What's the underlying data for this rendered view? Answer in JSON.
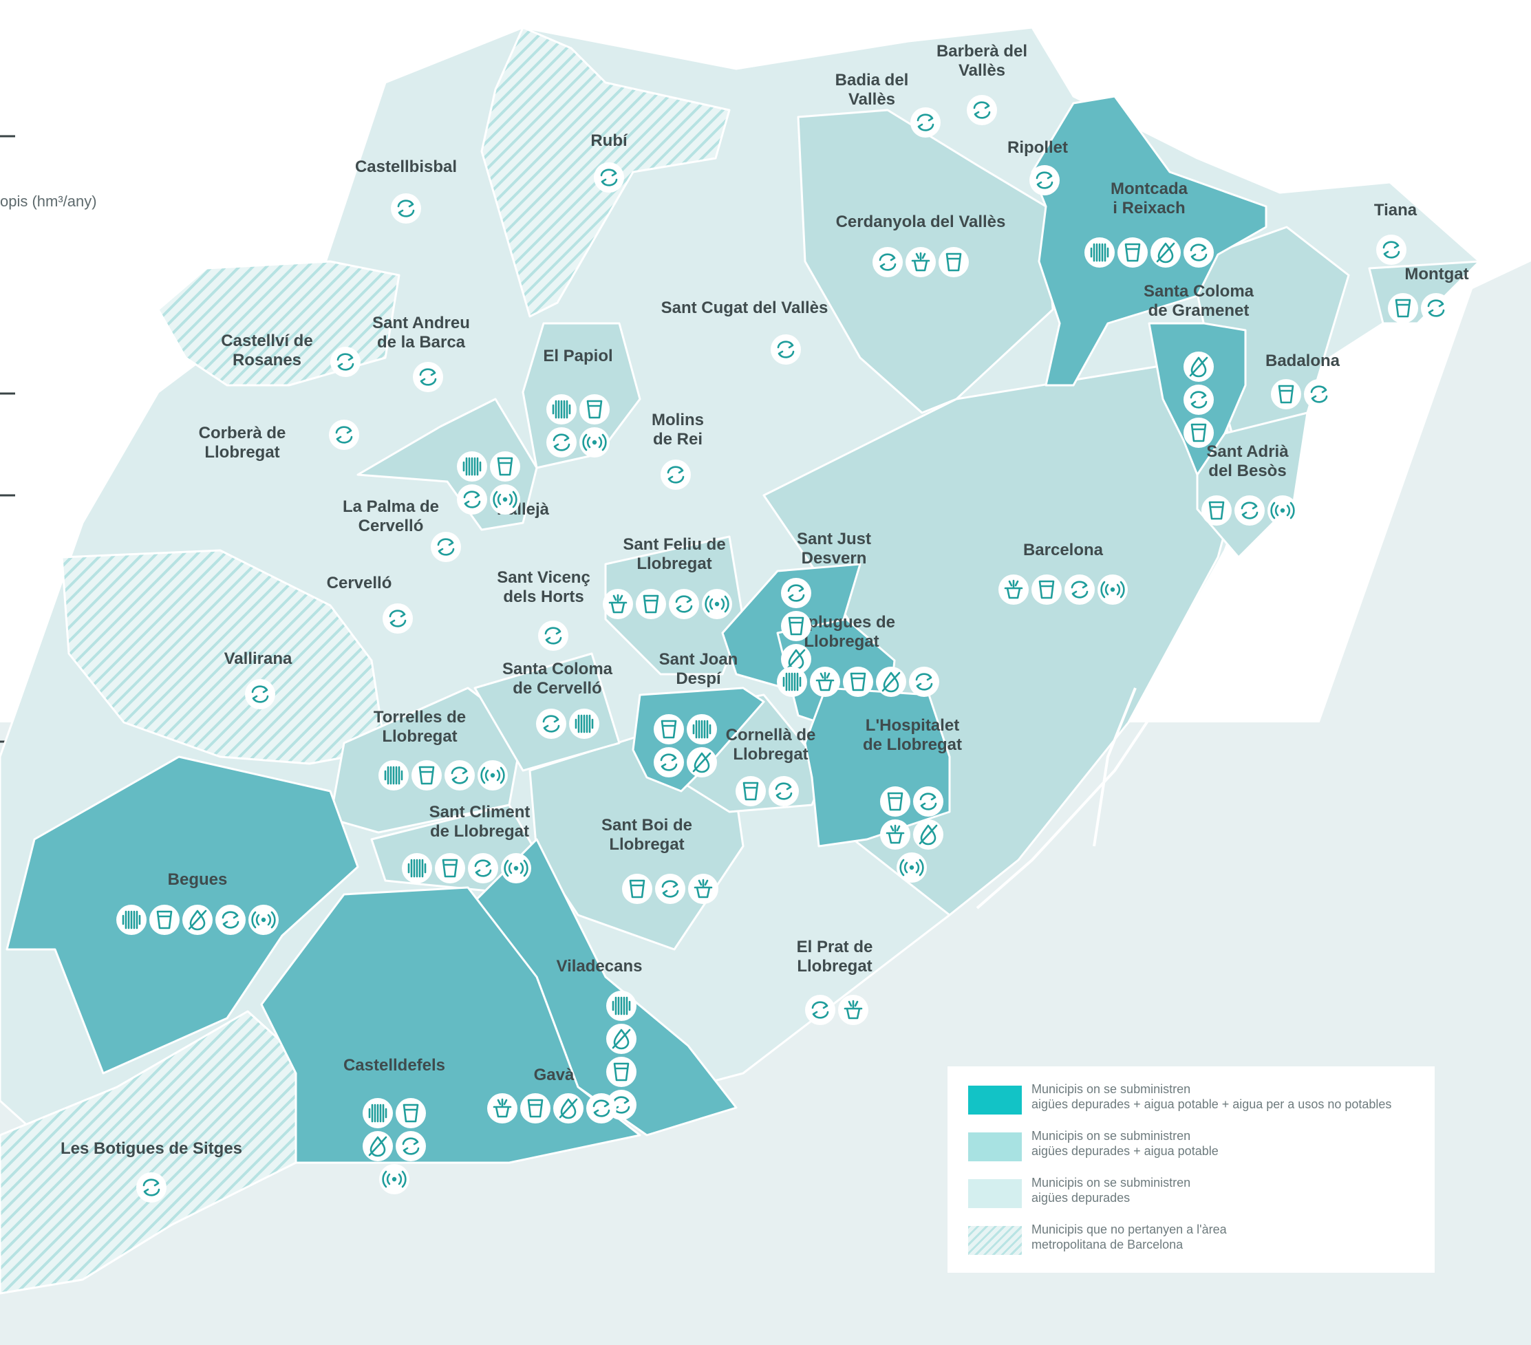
{
  "side_note": "opis (hm³/any)",
  "colors": {
    "background_sea": "#e7f0f1",
    "municipality_light": "#dcedee",
    "municipality_mid": "#bcdfe0",
    "municipality_dark": "#64bbc3",
    "non_amb_hatch": "#b9e4e4",
    "border": "#ffffff",
    "icon": "#1f9d9b"
  },
  "icon_types": {
    "regenerated": "recycle-arrows-icon",
    "glass": "drinking-glass-icon",
    "groundwater": "vertical-lines-icon",
    "no_drop": "crossed-drop-icon",
    "signal": "broadcast-signal-icon",
    "fountain": "fountain-icon"
  },
  "municipalities": [
    {
      "id": "castellbisbal",
      "name": [
        "Castellbisbal"
      ],
      "icons": [
        "regenerated"
      ]
    },
    {
      "id": "rubi",
      "name": [
        "Rubí"
      ],
      "icons": [
        "regenerated"
      ]
    },
    {
      "id": "badia",
      "name": [
        "Badia del",
        "Vallès"
      ],
      "icons": [
        "regenerated"
      ]
    },
    {
      "id": "barbera",
      "name": [
        "Barberà del",
        "Vallès"
      ],
      "icons": [
        "regenerated"
      ]
    },
    {
      "id": "ripollet",
      "name": [
        "Ripollet"
      ],
      "icons": [
        "regenerated"
      ]
    },
    {
      "id": "montcada",
      "name": [
        "Montcada",
        "i Reixach"
      ],
      "icons": [
        "groundwater",
        "glass",
        "no_drop",
        "regenerated"
      ]
    },
    {
      "id": "cerdanyola",
      "name": [
        "Cerdanyola del Vallès"
      ],
      "icons": [
        "regenerated",
        "fountain",
        "glass"
      ]
    },
    {
      "id": "tiana",
      "name": [
        "Tiana"
      ],
      "icons": [
        "regenerated"
      ]
    },
    {
      "id": "montgat",
      "name": [
        "Montgat"
      ],
      "icons": [
        "glass",
        "regenerated"
      ]
    },
    {
      "id": "santcugat",
      "name": [
        "Sant Cugat del Vallès"
      ],
      "icons": [
        "regenerated"
      ]
    },
    {
      "id": "castellvi",
      "name": [
        "Castellví de",
        "Rosanes"
      ],
      "icons": [
        "regenerated"
      ]
    },
    {
      "id": "santandreu",
      "name": [
        "Sant Andreu",
        "de la Barca"
      ],
      "icons": [
        "regenerated"
      ]
    },
    {
      "id": "papiol",
      "name": [
        "El Papiol"
      ],
      "icons": [
        "groundwater",
        "glass",
        "regenerated",
        "signal"
      ]
    },
    {
      "id": "santacoloma_g",
      "name": [
        "Santa Coloma",
        "de Gramenet"
      ],
      "icons": [
        "no_drop",
        "regenerated",
        "glass"
      ]
    },
    {
      "id": "badalona",
      "name": [
        "Badalona"
      ],
      "icons": [
        "glass",
        "regenerated"
      ]
    },
    {
      "id": "corbera",
      "name": [
        "Corberà de",
        "Llobregat"
      ],
      "icons": [
        "regenerated"
      ]
    },
    {
      "id": "pallejaicons",
      "name": [
        "Pallejà"
      ],
      "icons": [
        "groundwater",
        "glass",
        "regenerated",
        "signal"
      ]
    },
    {
      "id": "molins",
      "name": [
        "Molins",
        "de Rei"
      ],
      "icons": [
        "regenerated"
      ]
    },
    {
      "id": "santadria",
      "name": [
        "Sant Adrià",
        "del Besòs"
      ],
      "icons": [
        "glass",
        "regenerated",
        "signal"
      ]
    },
    {
      "id": "lapalma",
      "name": [
        "La Palma de",
        "Cervelló"
      ],
      "icons": [
        "regenerated"
      ]
    },
    {
      "id": "santjust",
      "name": [
        "Sant Just",
        "Desvern"
      ],
      "icons": [
        "regenerated",
        "glass",
        "no_drop"
      ]
    },
    {
      "id": "barcelona",
      "name": [
        "Barcelona"
      ],
      "icons": [
        "fountain",
        "glass",
        "regenerated",
        "signal"
      ]
    },
    {
      "id": "santfeliu",
      "name": [
        "Sant Feliu de",
        "Llobregat"
      ],
      "icons": [
        "fountain",
        "glass",
        "regenerated",
        "signal"
      ]
    },
    {
      "id": "cervello",
      "name": [
        "Cervelló"
      ],
      "icons": [
        "regenerated"
      ]
    },
    {
      "id": "santvicenc",
      "name": [
        "Sant Vicenç",
        "dels Horts"
      ],
      "icons": [
        "regenerated"
      ]
    },
    {
      "id": "esplugues",
      "name": [
        "Esplugues de",
        "Llobregat"
      ],
      "icons": [
        "groundwater",
        "fountain",
        "glass",
        "no_drop",
        "regenerated"
      ]
    },
    {
      "id": "vallirana",
      "name": [
        "Vallirana"
      ],
      "icons": [
        "regenerated"
      ]
    },
    {
      "id": "santacoloma_c",
      "name": [
        "Santa Coloma",
        "de Cervelló"
      ],
      "icons": [
        "regenerated",
        "groundwater"
      ]
    },
    {
      "id": "santjoan",
      "name": [
        "Sant Joan",
        "Despí"
      ],
      "icons": [
        "glass",
        "groundwater",
        "regenerated",
        "no_drop"
      ]
    },
    {
      "id": "torrelles",
      "name": [
        "Torrelles de",
        "Llobregat"
      ],
      "icons": [
        "groundwater",
        "glass",
        "regenerated",
        "signal"
      ]
    },
    {
      "id": "cornella",
      "name": [
        "Cornellà de",
        "Llobregat"
      ],
      "icons": [
        "glass",
        "regenerated"
      ]
    },
    {
      "id": "hospitalet",
      "name": [
        "L'Hospitalet",
        "de Llobregat"
      ],
      "icons": [
        "glass",
        "regenerated",
        "fountain",
        "no_drop",
        "signal"
      ]
    },
    {
      "id": "santcliment",
      "name": [
        "Sant Climent",
        "de Llobregat"
      ],
      "icons": [
        "groundwater",
        "glass",
        "regenerated",
        "signal"
      ]
    },
    {
      "id": "santboi",
      "name": [
        "Sant Boi de",
        "Llobregat"
      ],
      "icons": [
        "glass",
        "regenerated",
        "fountain"
      ]
    },
    {
      "id": "begues",
      "name": [
        "Begues"
      ],
      "icons": [
        "groundwater",
        "glass",
        "no_drop",
        "regenerated",
        "signal"
      ]
    },
    {
      "id": "viladecans",
      "name": [
        "Viladecans"
      ],
      "icons": [
        "groundwater",
        "no_drop",
        "glass",
        "regenerated"
      ]
    },
    {
      "id": "elprat",
      "name": [
        "El Prat de",
        "Llobregat"
      ],
      "icons": [
        "regenerated",
        "fountain"
      ]
    },
    {
      "id": "castelldefels",
      "name": [
        "Castelldefels"
      ],
      "icons": [
        "groundwater",
        "glass",
        "no_drop",
        "regenerated",
        "signal"
      ]
    },
    {
      "id": "gava",
      "name": [
        "Gavà"
      ],
      "icons": [
        "fountain",
        "glass",
        "no_drop",
        "regenerated"
      ]
    },
    {
      "id": "botigues",
      "name": [
        "Les Botigues de Sitges"
      ],
      "icons": [
        "regenerated"
      ]
    }
  ],
  "legend": {
    "items": [
      {
        "style": "dark",
        "lines": [
          "Municipis on se subministren",
          "aigües depurades + aigua potable + aigua per a usos no potables"
        ],
        "color": "#12c3c6"
      },
      {
        "style": "mid",
        "lines": [
          "Municipis on se subministren",
          "aigües depurades + aigua potable"
        ],
        "color": "#a8e2e2"
      },
      {
        "style": "light",
        "lines": [
          "Municipis on se subministren",
          "aigües depurades"
        ],
        "color": "#d4efef"
      },
      {
        "style": "hatch",
        "lines": [
          "Municipis que no pertanyen a l'àrea",
          "metropolitana de Barcelona"
        ],
        "color": "#b9e4e4"
      }
    ]
  }
}
